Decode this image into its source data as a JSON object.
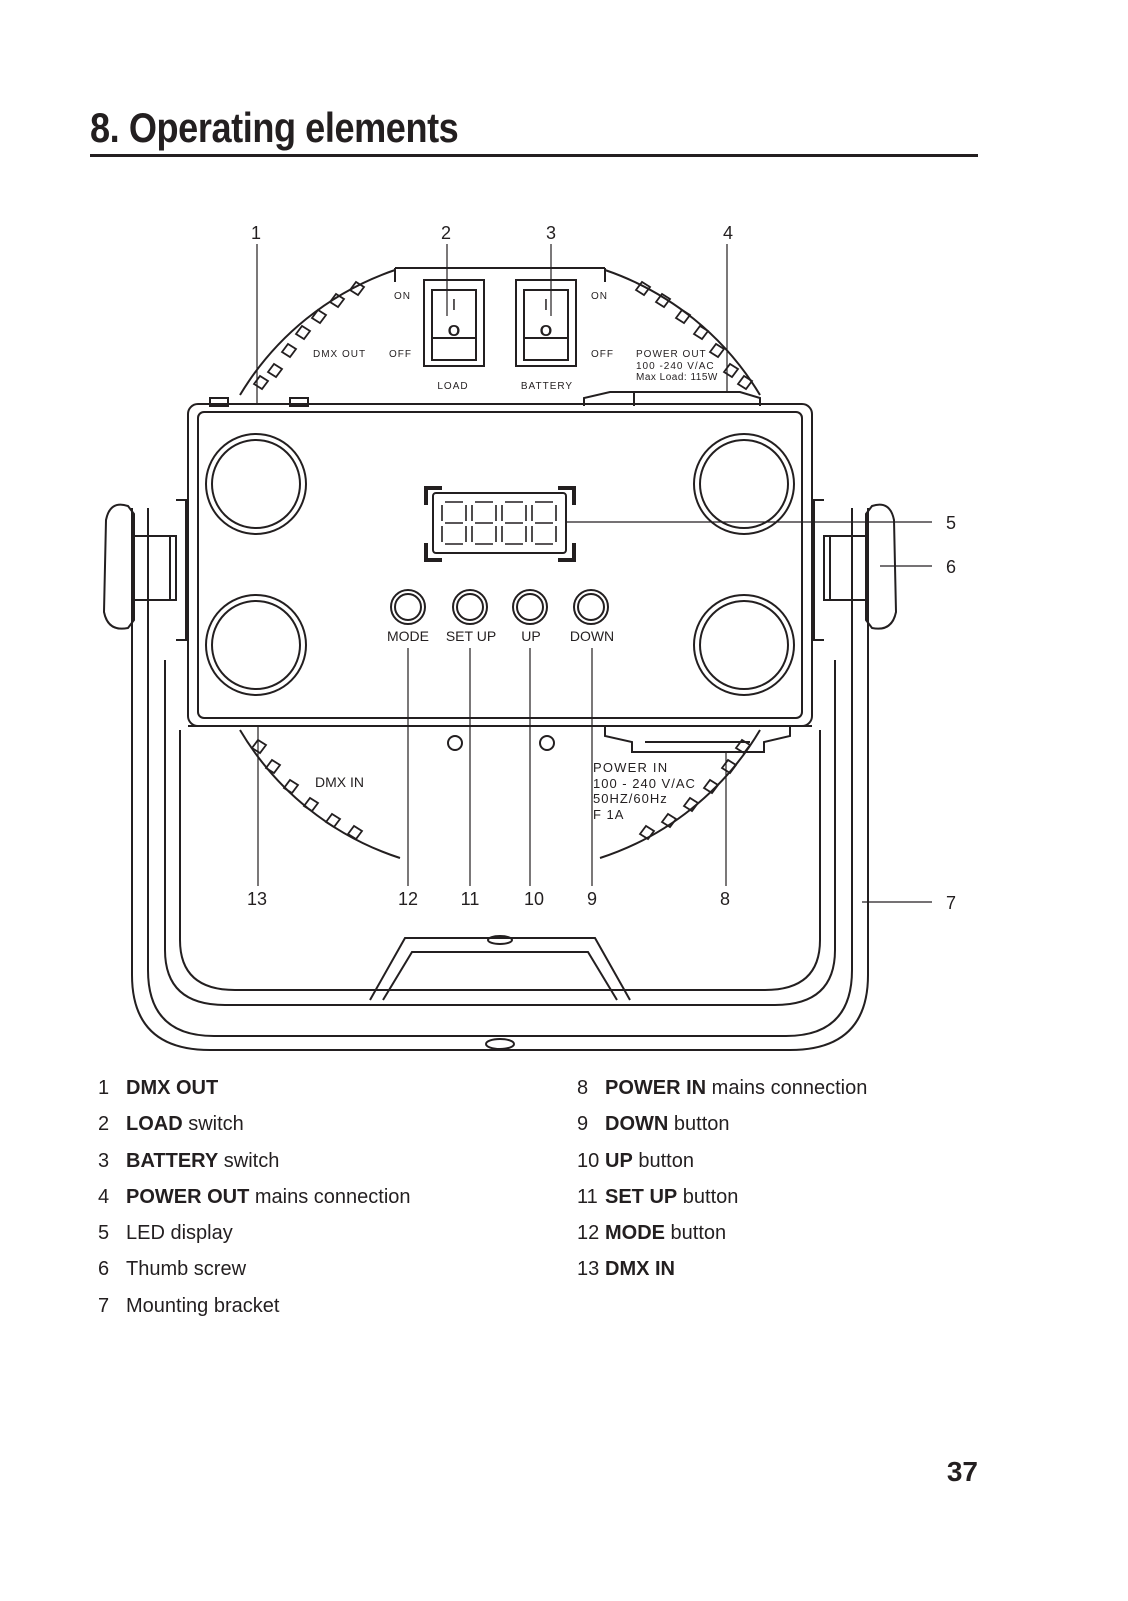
{
  "page": {
    "title": "8. Operating elements",
    "page_number": "37"
  },
  "figure": {
    "callouts": [
      "1",
      "2",
      "3",
      "4",
      "5",
      "6",
      "7",
      "8",
      "9",
      "10",
      "11",
      "12",
      "13"
    ],
    "panel_labels": {
      "on_left": "ON",
      "off_left": "OFF",
      "on_right": "ON",
      "off_right": "OFF",
      "dmx_out": "DMX OUT",
      "load": "LOAD",
      "battery": "BATTERY",
      "power_out_1": "POWER OUT",
      "power_out_2": "100 -240 V/AC",
      "power_out_3": "Max Load: 115W",
      "dmx_in": "DMX IN",
      "power_in_1": "POWER IN",
      "power_in_2": "100 - 240 V/AC",
      "power_in_3": "50HZ/60Hz",
      "power_in_4": "F 1A",
      "switch_on_symbol": "I",
      "switch_off_symbol": "O"
    },
    "display_digits": "8.8.8.8.",
    "buttons": [
      "MODE",
      "SET UP",
      "UP",
      "DOWN"
    ]
  },
  "legend": {
    "left": [
      {
        "num": "1",
        "term": "DMX OUT",
        "rest": ""
      },
      {
        "num": "2",
        "term": "LOAD",
        "rest": " switch"
      },
      {
        "num": "3",
        "term": "BATTERY",
        "rest": " switch"
      },
      {
        "num": "4",
        "term": "POWER OUT",
        "rest": " mains connection"
      },
      {
        "num": "5",
        "term": "",
        "rest": "LED display"
      },
      {
        "num": "6",
        "term": "",
        "rest": "Thumb screw"
      },
      {
        "num": "7",
        "term": "",
        "rest": "Mounting bracket"
      }
    ],
    "right": [
      {
        "num": "8",
        "term": "POWER IN",
        "rest": " mains connection"
      },
      {
        "num": "9",
        "term": "DOWN",
        "rest": " button"
      },
      {
        "num": "10",
        "term": "UP",
        "rest": " button"
      },
      {
        "num": "11",
        "term": "SET UP",
        "rest": " button"
      },
      {
        "num": "12",
        "term": "MODE",
        "rest": " button"
      },
      {
        "num": "13",
        "term": "DMX IN",
        "rest": ""
      }
    ]
  }
}
